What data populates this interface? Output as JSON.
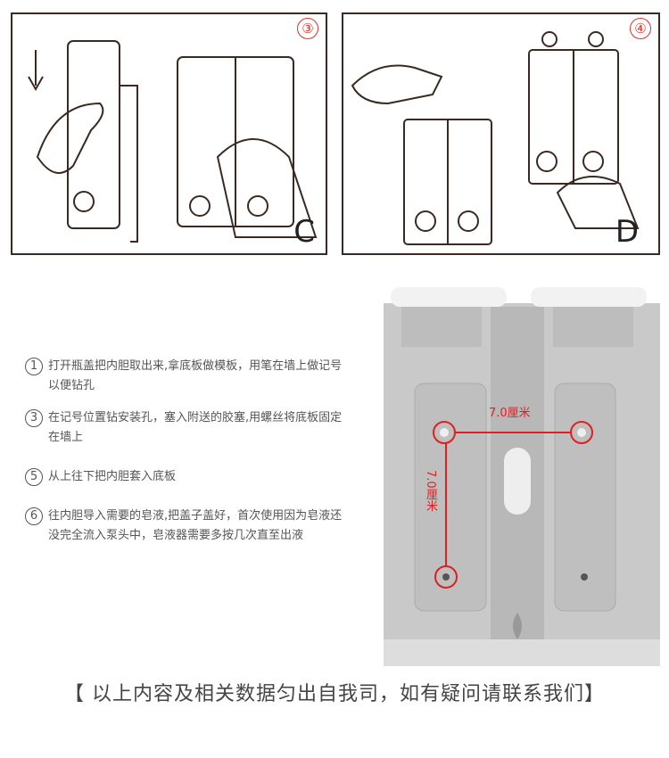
{
  "panels": [
    {
      "step": "③",
      "letter": "C"
    },
    {
      "step": "④",
      "letter": "D"
    }
  ],
  "steps": [
    {
      "num": "1",
      "text": "打开瓶盖把内胆取出来,拿底板做模板，用笔在墙上做记号以便钻孔"
    },
    {
      "num": "3",
      "text": "在记号位置钻安装孔，塞入附送的胶塞,用螺丝将底板固定在墙上"
    },
    {
      "num": "5",
      "text": "从上往下把内胆套入底板"
    },
    {
      "num": "6",
      "text": "往内胆导入需要的皂液,把盖子盖好，首次使用因为皂液还没完全流入泵头中，皂液器需要多按几次直至出液"
    }
  ],
  "dimensions": {
    "horizontal": "7.0厘米",
    "vertical": "7.0厘米"
  },
  "caption": "【 以上内容及相关数据匀出自我司，如有疑问请联系我们】",
  "colors": {
    "accent": "#e02020",
    "frame": "#3a2a22"
  }
}
